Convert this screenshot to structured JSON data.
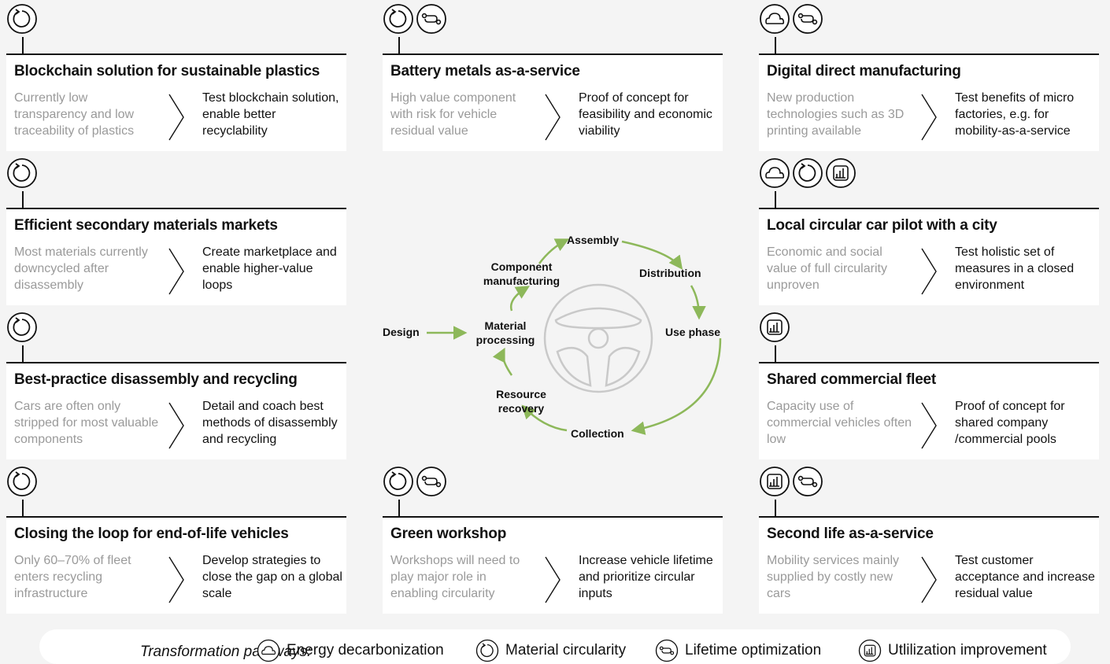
{
  "cards": [
    {
      "title": "Blockchain solution for sustainable plastics",
      "problem": "Currently low transparency and low traceability of plastics",
      "solution": "Test blockchain solution, enable better recyclability",
      "icons": [
        "material-circularity-icon"
      ]
    },
    {
      "title": "Battery metals as-a-service",
      "problem": "High value component with risk for vehicle residual value",
      "solution": "Proof of concept for feasibility and economic viability",
      "icons": [
        "material-circularity-icon",
        "lifetime-optimization-icon"
      ]
    },
    {
      "title": "Digital direct manufacturing",
      "problem": "New production technologies such as 3D printing available",
      "solution": "Test benefits of micro factories, e.g. for mobility-as-a-service",
      "icons": [
        "energy-decarbonization-icon",
        "lifetime-optimization-icon"
      ]
    },
    {
      "title": "Efficient secondary materials markets",
      "problem": "Most materials currently downcycled after disassembly",
      "solution": "Create marketplace and enable higher-value loops",
      "icons": [
        "material-circularity-icon"
      ]
    },
    {
      "title": "Local circular car pilot with a city",
      "problem": "Economic and social value of full circularity unproven",
      "solution": "Test holistic set of measures in a closed environment",
      "icons": [
        "energy-decarbonization-icon",
        "material-circularity-icon",
        "utilization-improvement-icon"
      ]
    },
    {
      "title": "Best-practice disassembly and recycling",
      "problem": "Cars are often only stripped for most valuable components",
      "solution": "Detail and coach best methods of disassembly and recycling",
      "icons": [
        "material-circularity-icon"
      ]
    },
    {
      "title": "Shared commercial fleet",
      "problem": "Capacity use of commercial vehicles often low",
      "solution": "Proof of concept for shared company /commercial pools",
      "icons": [
        "utilization-improvement-icon"
      ]
    },
    {
      "title": "Closing the loop for end-of-life vehicles",
      "problem": "Only 60–70% of fleet enters recycling infrastructure",
      "solution": "Develop strategies to close the gap on a global scale",
      "icons": [
        "material-circularity-icon"
      ]
    },
    {
      "title": "Green workshop",
      "problem": "Workshops will need to play major role in enabling circularity",
      "solution": "Increase vehicle lifetime and prioritize circular inputs",
      "icons": [
        "material-circularity-icon",
        "lifetime-optimization-icon"
      ]
    },
    {
      "title": "Second life as-a-service",
      "problem": "Mobility services mainly supplied by costly new cars",
      "solution": "Test customer acceptance and increase residual value",
      "icons": [
        "utilization-improvement-icon",
        "lifetime-optimization-icon"
      ]
    }
  ],
  "cycle": {
    "design": "Design",
    "assembly": "Assembly",
    "distribution": "Distribution",
    "use_phase": "Use phase",
    "collection": "Collection",
    "resource_recovery": "Resource recovery",
    "material_processing": "Material processing",
    "component_manufacturing": "Component manufacturing"
  },
  "legend": {
    "title": "Transformation pathways:",
    "items": [
      {
        "label": "Energy decarbonization",
        "icon": "energy-decarbonization-icon"
      },
      {
        "label": "Material circularity",
        "icon": "material-circularity-icon"
      },
      {
        "label": "Lifetime optimization",
        "icon": "lifetime-optimization-icon"
      },
      {
        "label": "Utlilization improvement",
        "icon": "utilization-improvement-icon"
      }
    ]
  },
  "colors": {
    "accent_green": "#8db85a",
    "problem_gray": "#9a9a9a",
    "text": "#111111",
    "background": "#f4f4f4"
  }
}
